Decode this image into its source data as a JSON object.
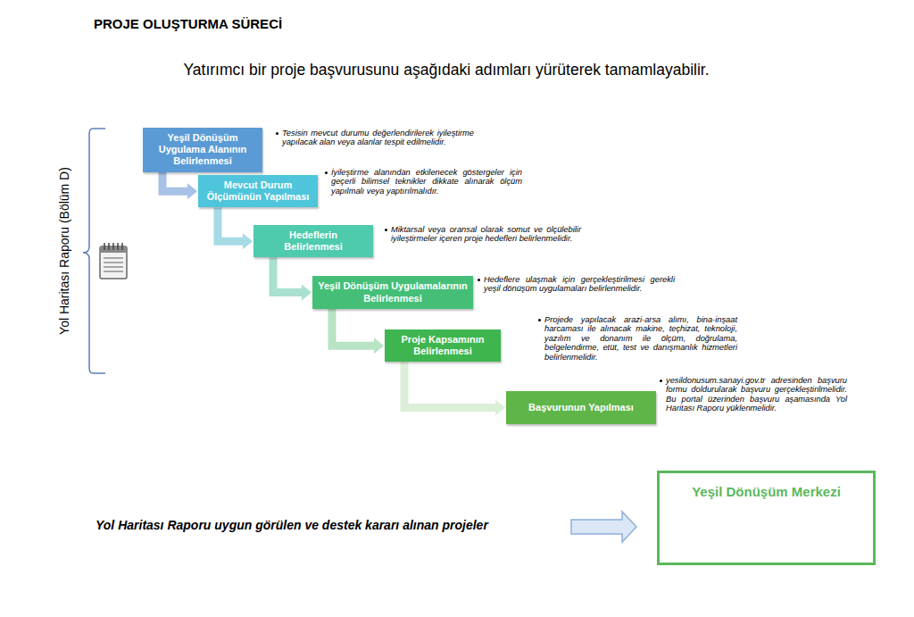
{
  "diagram": {
    "title": "PROJE OLUŞTURMA SÜRECİ",
    "nodes": [
      {
        "text": [
          "Yeşil Dönüşüm Uygulama Alanının Belirlenmesi"
        ]
      },
      {
        "text": [
          "Mevcut Durum Ölçümünün Yapılması"
        ]
      },
      {
        "text": [
          "Hedeflerin Belirlenmesi"
        ]
      },
      {
        "text": [
          "Yeşil Dönüşüm Uygulamalarının Belirlenmesi"
        ]
      },
      {
        "text": [
          "Proje Kapsamının Belirlenmesi"
        ]
      },
      {
        "text": [
          "Başvurunun Yapılması"
        ]
      },
      {
        "text": [
          "Yeşil Dönüşüm Merkezi"
        ]
      }
    ],
    "edges": [
      {
        "from": 0,
        "to": 1,
        "arrow": "to"
      },
      {
        "from": 1,
        "to": 2,
        "arrow": "to"
      },
      {
        "from": 2,
        "to": 3,
        "arrow": "to"
      },
      {
        "from": 3,
        "to": 4,
        "arrow": "to"
      },
      {
        "from": 4,
        "to": 5,
        "arrow": "to"
      }
    ],
    "labels": [
      "Yatırımcı bir proje başvurusunu aşağıdaki adımları yürüterek tamamlayabilir.",
      "Yol Haritası Raporu (Bölüm D)",
      "Tesisin mevcut durumu değerlendirilerek iyileştirme yapılacak alan veya alanlar tespit edilmelidir.",
      "İyileştirme alanından etkilenecek göstergeler için geçerli bilimsel teknikler dikkate alınarak ölçüm yapılmalı veya yaptırılmalıdır.",
      "Miktarsal veya oransal olarak somut ve ölçülebilir iyileştirmeler içeren proje hedefleri belirlenmelidir.",
      "Hedeflere ulaşmak için gerçekleştirilmesi gerekli yeşil dönüşüm uygulamaları belirlenmelidir.",
      "Projede yapılacak arazi-arsa alımı, bina-inşaat harcaması ile alınacak makine, teçhizat, teknoloji, yazılım ve donanım ile ölçüm, doğrulama, belgelendirme, etüt, test ve danışmanlık hizmetleri belirlenmelidir.",
      "yesildonusum.sanayi.gov.tr adresinden başvuru formu doldurularak başvuru gerçekleştirilmelidir. Bu portal üzerinden başvuru aşamasında Yol Haritası Raporu yüklenmelidir.",
      "Yol Haritası Raporu uygun görülen ve destek kararı alınan projeler"
    ]
  }
}
